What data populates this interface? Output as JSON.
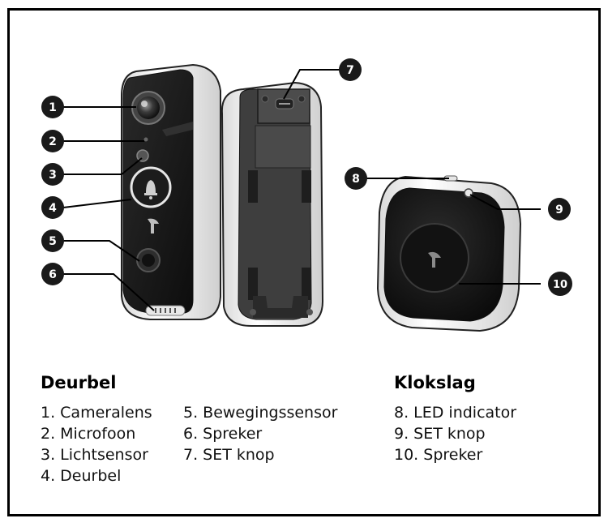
{
  "colors": {
    "frame": "#000000",
    "callout_fill": "#1a1a1a",
    "callout_text": "#ffffff",
    "device_black": "#161616",
    "device_white": "#f4f4f4"
  },
  "callouts": [
    "1",
    "2",
    "3",
    "4",
    "5",
    "6",
    "7",
    "8",
    "9",
    "10"
  ],
  "doorbell": {
    "title": "Deurbel",
    "col1": [
      "1. Cameralens",
      "2. Microfoon",
      "3. Lichtsensor",
      "4. Deurbel"
    ],
    "col2": [
      "5. Bewegingssensor",
      "6. Spreker",
      "7. SET knop"
    ]
  },
  "chime": {
    "title": "Klokslag",
    "items": [
      "8. LED indicator",
      "9. SET knop",
      "10. Spreker"
    ]
  }
}
